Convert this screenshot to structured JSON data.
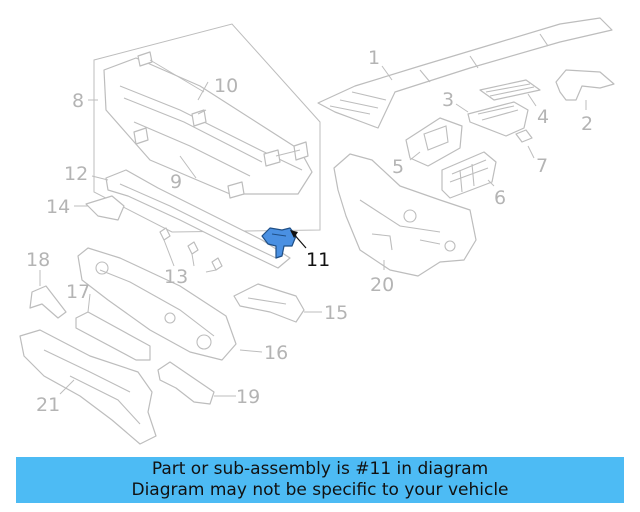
{
  "labels": {
    "l1": "1",
    "l2": "2",
    "l3": "3",
    "l4": "4",
    "l5": "5",
    "l6": "6",
    "l7": "7",
    "l8": "8",
    "l9": "9",
    "l10": "10",
    "l11": "11",
    "l12": "12",
    "l13": "13",
    "l14": "14",
    "l15": "15",
    "l16": "16",
    "l17": "17",
    "l18": "18",
    "l19": "19",
    "l20": "20",
    "l21": "21"
  },
  "highlighted_part": "11",
  "colors": {
    "highlight": "#4a90e2",
    "banner": "#4dbbf4",
    "outline": "#bdbdbd"
  },
  "banner": {
    "line1": "Part or sub-assembly is #11 in diagram",
    "line2": "Diagram may not be specific to your vehicle"
  }
}
